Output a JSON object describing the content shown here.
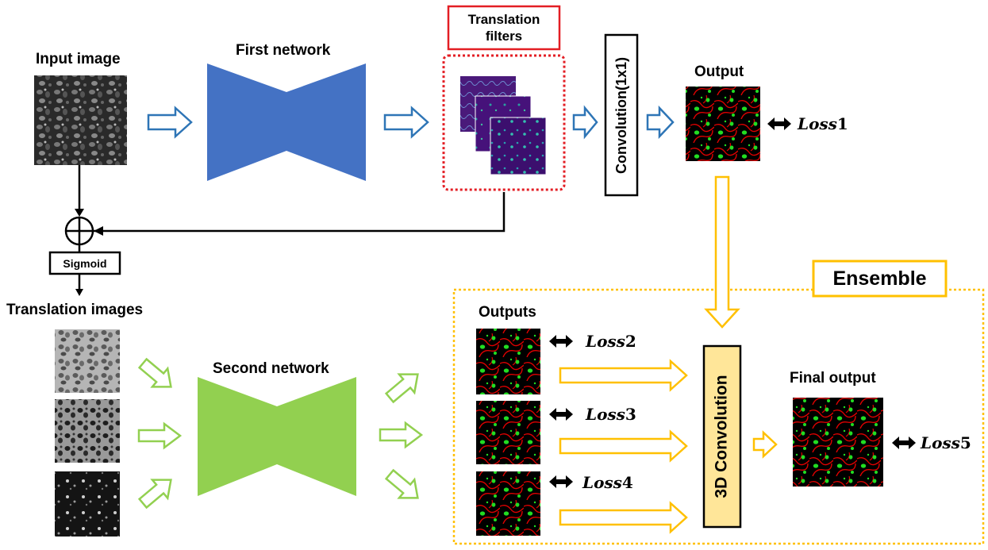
{
  "labels": {
    "input_image": "Input image",
    "first_network": "First network",
    "translation_filters_line1": "Translation",
    "translation_filters_line2": "filters",
    "convolution": "Convolution(1x1)",
    "output": "Output",
    "sigmoid": "Sigmoid",
    "translation_images": "Translation images",
    "second_network": "Second network",
    "ensemble": "Ensemble",
    "outputs": "Outputs",
    "conv3d": "3D Convolution",
    "final_output": "Final output"
  },
  "losses": [
    {
      "word": "Loss",
      "num": "1"
    },
    {
      "word": "Loss",
      "num": "2"
    },
    {
      "word": "Loss",
      "num": "3"
    },
    {
      "word": "Loss",
      "num": "4"
    },
    {
      "word": "Loss",
      "num": "5"
    }
  ],
  "colors": {
    "first_network": "#4472c4",
    "second_network": "#92d050",
    "blue_arrow": "#2e75b6",
    "green_arrow": "#92d050",
    "yellow_arrow": "#ffc000",
    "filters_border": "#e31e24",
    "ensemble_border": "#ffc000",
    "conv3d_fill": "#ffe699",
    "seg_background": "#000000",
    "seg_nuclei": "#22dd22",
    "seg_boundaries": "#e00000",
    "filter_purple": "#4a1a7a"
  }
}
